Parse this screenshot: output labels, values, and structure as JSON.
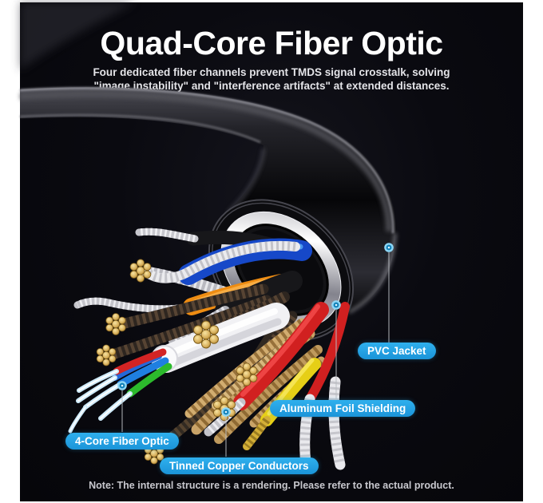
{
  "header": {
    "title": "Quad-Core Fiber Optic",
    "subtitle_line1": "Four dedicated fiber channels prevent TMDS signal crosstalk, solving",
    "subtitle_line2": "\"image instability\" and \"interference artifacts\" at extended distances."
  },
  "callouts": [
    {
      "id": "pvc-jacket",
      "label": "PVC Jacket"
    },
    {
      "id": "aluminum-foil-shielding",
      "label": "Aluminum Foil Shielding"
    },
    {
      "id": "four-core-fiber-optic",
      "label": "4-Core Fiber Optic"
    },
    {
      "id": "tinned-copper-conductors",
      "label": "Tinned Copper Conductors"
    }
  ],
  "footer": {
    "note": "Note: The internal structure is a rendering. Please refer to the actual product."
  },
  "colors": {
    "accent": "#1d9fe0",
    "label_text": "#ffffff",
    "dot": "#8ed7f6",
    "panel_background": "#0a0a10",
    "page_background": "#ffffff"
  }
}
